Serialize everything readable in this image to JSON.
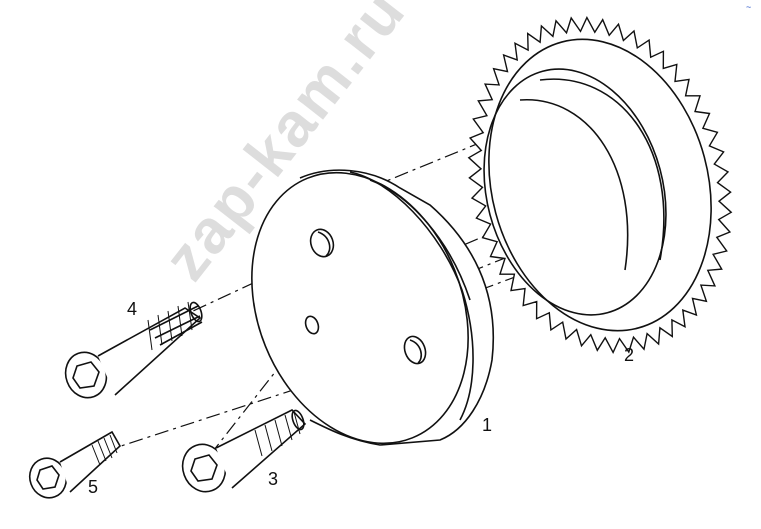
{
  "callouts": {
    "part1": "1",
    "part2": "2",
    "part3": "3",
    "part4": "4",
    "part5": "5"
  },
  "watermark": "zap-kam.ru",
  "corner_mark": "~",
  "colors": {
    "ink": "#111111",
    "watermark": "#b4b4b4",
    "accent": "#2a55c8"
  }
}
